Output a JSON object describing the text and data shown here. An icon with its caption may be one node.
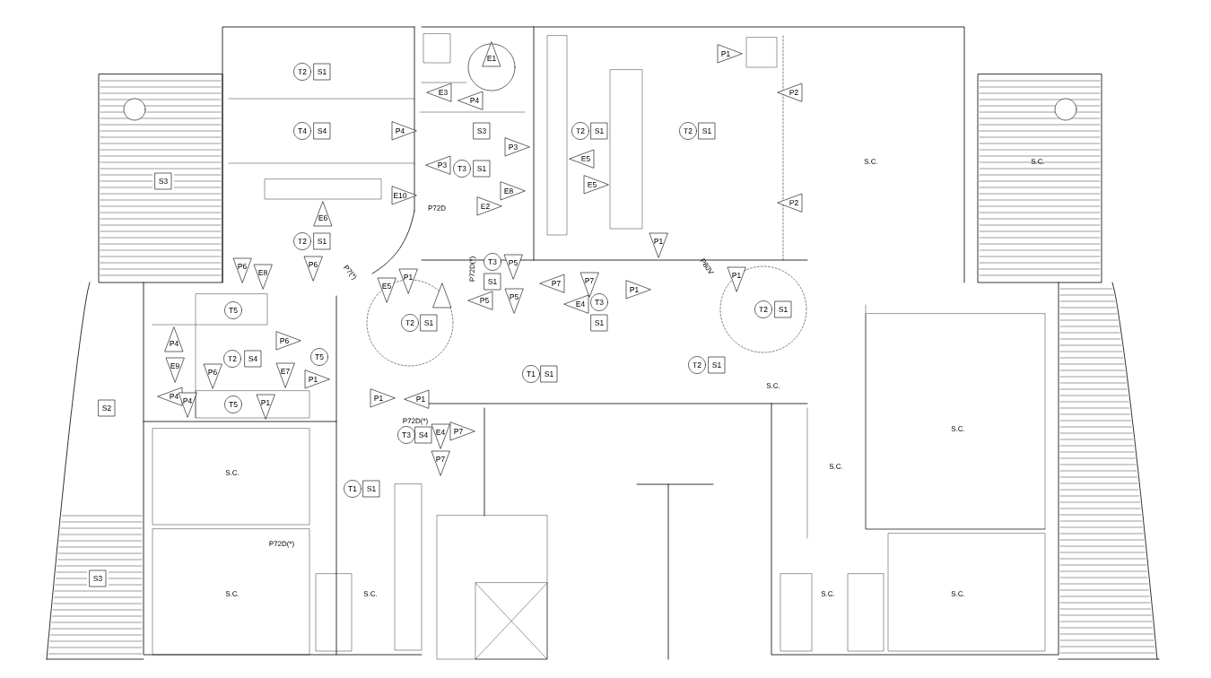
{
  "diagram": {
    "nodes": [
      {
        "text": [
          "E1"
        ]
      },
      {
        "text": [
          "P1"
        ]
      },
      {
        "text": [
          "T2"
        ]
      },
      {
        "text": [
          "S1"
        ]
      },
      {
        "text": [
          "E3"
        ]
      },
      {
        "text": [
          "P2"
        ]
      },
      {
        "text": [
          "P4"
        ]
      },
      {
        "text": [
          "T4"
        ]
      },
      {
        "text": [
          "S4"
        ]
      },
      {
        "text": [
          "P4"
        ]
      },
      {
        "text": [
          "S3"
        ]
      },
      {
        "text": [
          "T2"
        ]
      },
      {
        "text": [
          "S1"
        ]
      },
      {
        "text": [
          "T2"
        ]
      },
      {
        "text": [
          "S1"
        ]
      },
      {
        "text": [
          "P3"
        ]
      },
      {
        "text": [
          "E5"
        ]
      },
      {
        "text": [
          "P3"
        ]
      },
      {
        "text": [
          "T3"
        ]
      },
      {
        "text": [
          "S1"
        ]
      },
      {
        "text": [
          "S3"
        ]
      },
      {
        "text": [
          "E5"
        ]
      },
      {
        "text": [
          "E8"
        ]
      },
      {
        "text": [
          "E10"
        ]
      },
      {
        "text": [
          "P2"
        ]
      },
      {
        "text": [
          "E2"
        ]
      },
      {
        "text": [
          "E6"
        ]
      },
      {
        "text": [
          "T2"
        ]
      },
      {
        "text": [
          "S1"
        ]
      },
      {
        "text": [
          "P1"
        ]
      },
      {
        "text": [
          "T3"
        ]
      },
      {
        "text": [
          "P5"
        ]
      },
      {
        "text": [
          "P6"
        ]
      },
      {
        "text": [
          "P6"
        ]
      },
      {
        "text": [
          "E8"
        ]
      },
      {
        "text": [
          "P1"
        ]
      },
      {
        "text": [
          "P1"
        ]
      },
      {
        "text": [
          "S1"
        ]
      },
      {
        "text": [
          "P7"
        ]
      },
      {
        "text": [
          "P7"
        ]
      },
      {
        "text": [
          "P1"
        ]
      },
      {
        "text": [
          "E5"
        ]
      },
      {
        "text": [
          "P5"
        ]
      },
      {
        "text": [
          "P5"
        ]
      },
      {
        "text": [
          "E4"
        ]
      },
      {
        "text": [
          "T3"
        ]
      },
      {
        "text": [
          "T5"
        ]
      },
      {
        "text": [
          "T2"
        ]
      },
      {
        "text": [
          "S1"
        ]
      },
      {
        "text": [
          "S1"
        ]
      },
      {
        "text": [
          "T2"
        ]
      },
      {
        "text": [
          "S1"
        ]
      },
      {
        "text": [
          "P4"
        ]
      },
      {
        "text": [
          "P6"
        ]
      },
      {
        "text": [
          "T5"
        ]
      },
      {
        "text": [
          "T2"
        ]
      },
      {
        "text": [
          "S4"
        ]
      },
      {
        "text": [
          "T2"
        ]
      },
      {
        "text": [
          "S1"
        ]
      },
      {
        "text": [
          "E9"
        ]
      },
      {
        "text": [
          "P6"
        ]
      },
      {
        "text": [
          "E7"
        ]
      },
      {
        "text": [
          "T1"
        ]
      },
      {
        "text": [
          "S1"
        ]
      },
      {
        "text": [
          "P1"
        ]
      },
      {
        "text": [
          "P4"
        ]
      },
      {
        "text": [
          "P1"
        ]
      },
      {
        "text": [
          "P1"
        ]
      },
      {
        "text": [
          "P4"
        ]
      },
      {
        "text": [
          "T5"
        ]
      },
      {
        "text": [
          "P1"
        ]
      },
      {
        "text": [
          "S2"
        ]
      },
      {
        "text": [
          "T3"
        ]
      },
      {
        "text": [
          "S4"
        ]
      },
      {
        "text": [
          "E4"
        ]
      },
      {
        "text": [
          "P7"
        ]
      },
      {
        "text": [
          "P7"
        ]
      },
      {
        "text": [
          "T1"
        ]
      },
      {
        "text": [
          "S1"
        ]
      },
      {
        "text": [
          "S3"
        ]
      },
      {
        "text": [],
        "shape": "triangle"
      }
    ],
    "labels": [
      "P72D",
      "S.C.",
      "S.C.",
      "P7(*)",
      "P72D(*)",
      "P80V",
      "S.C.",
      "P72D(*)",
      "S.C.",
      "S.C.",
      "S.C.",
      "P72D(*)",
      "S.C.",
      "S.C.",
      "S.C.",
      "S.C."
    ]
  }
}
